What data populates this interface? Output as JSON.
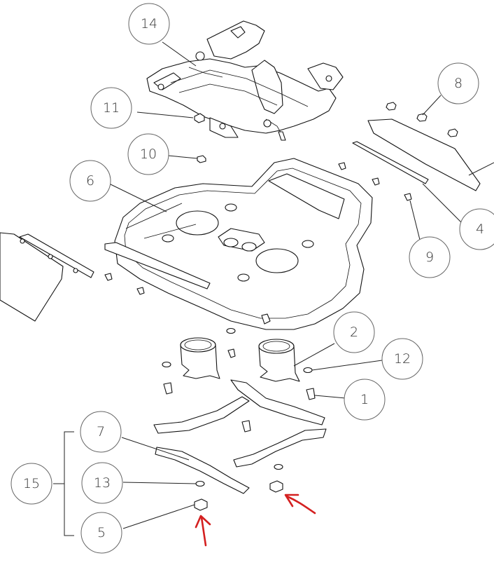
{
  "callouts": {
    "c1": "1",
    "c2": "2",
    "c4": "4",
    "c5": "5",
    "c6": "6",
    "c7": "7",
    "c8": "8",
    "c9": "9",
    "c10": "10",
    "c11": "11",
    "c12": "12",
    "c13": "13",
    "c14": "14",
    "c15": "15"
  },
  "colors": {
    "line": "#111111",
    "callout_stroke": "#666666",
    "arrow": "#d42020"
  }
}
